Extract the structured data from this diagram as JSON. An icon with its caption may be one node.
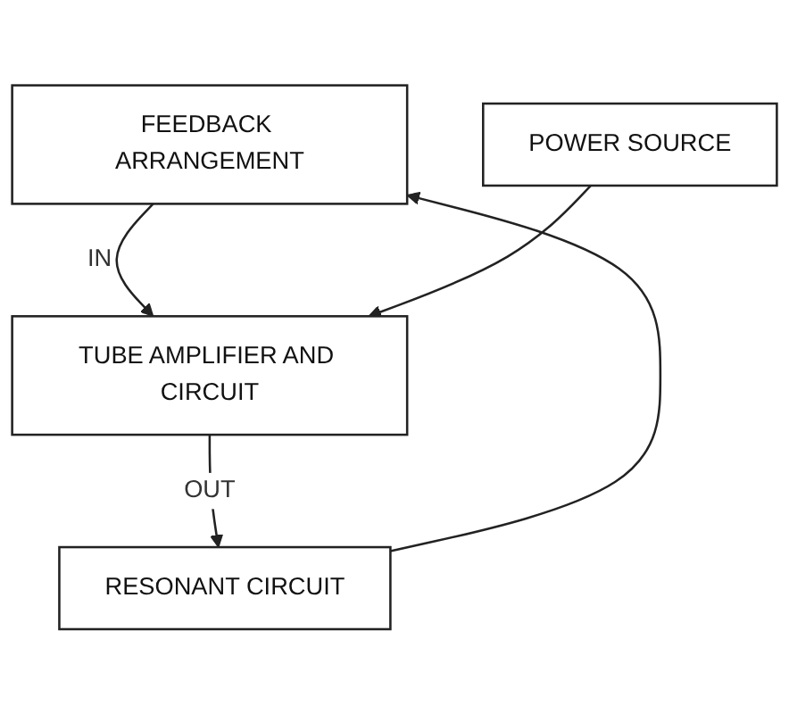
{
  "diagram": {
    "nodes": [
      {
        "text": [
          "FEEDBACK ARRANGEMENT"
        ]
      },
      {
        "text": [
          "TUBE AMPLIFIER AND CIRCUIT"
        ]
      },
      {
        "text": [
          "RESONANT CIRCUIT"
        ]
      },
      {
        "text": [
          "POWER SOURCE"
        ]
      }
    ],
    "edges": [
      {
        "from": 2,
        "to": 0,
        "arrow": "to"
      },
      {
        "from": 0,
        "to": 1,
        "arrow": "to",
        "label": "IN"
      },
      {
        "from": 1,
        "to": 2,
        "arrow": "to",
        "label": "OUT"
      },
      {
        "from": 3,
        "to": 1,
        "arrow": "to"
      }
    ]
  }
}
